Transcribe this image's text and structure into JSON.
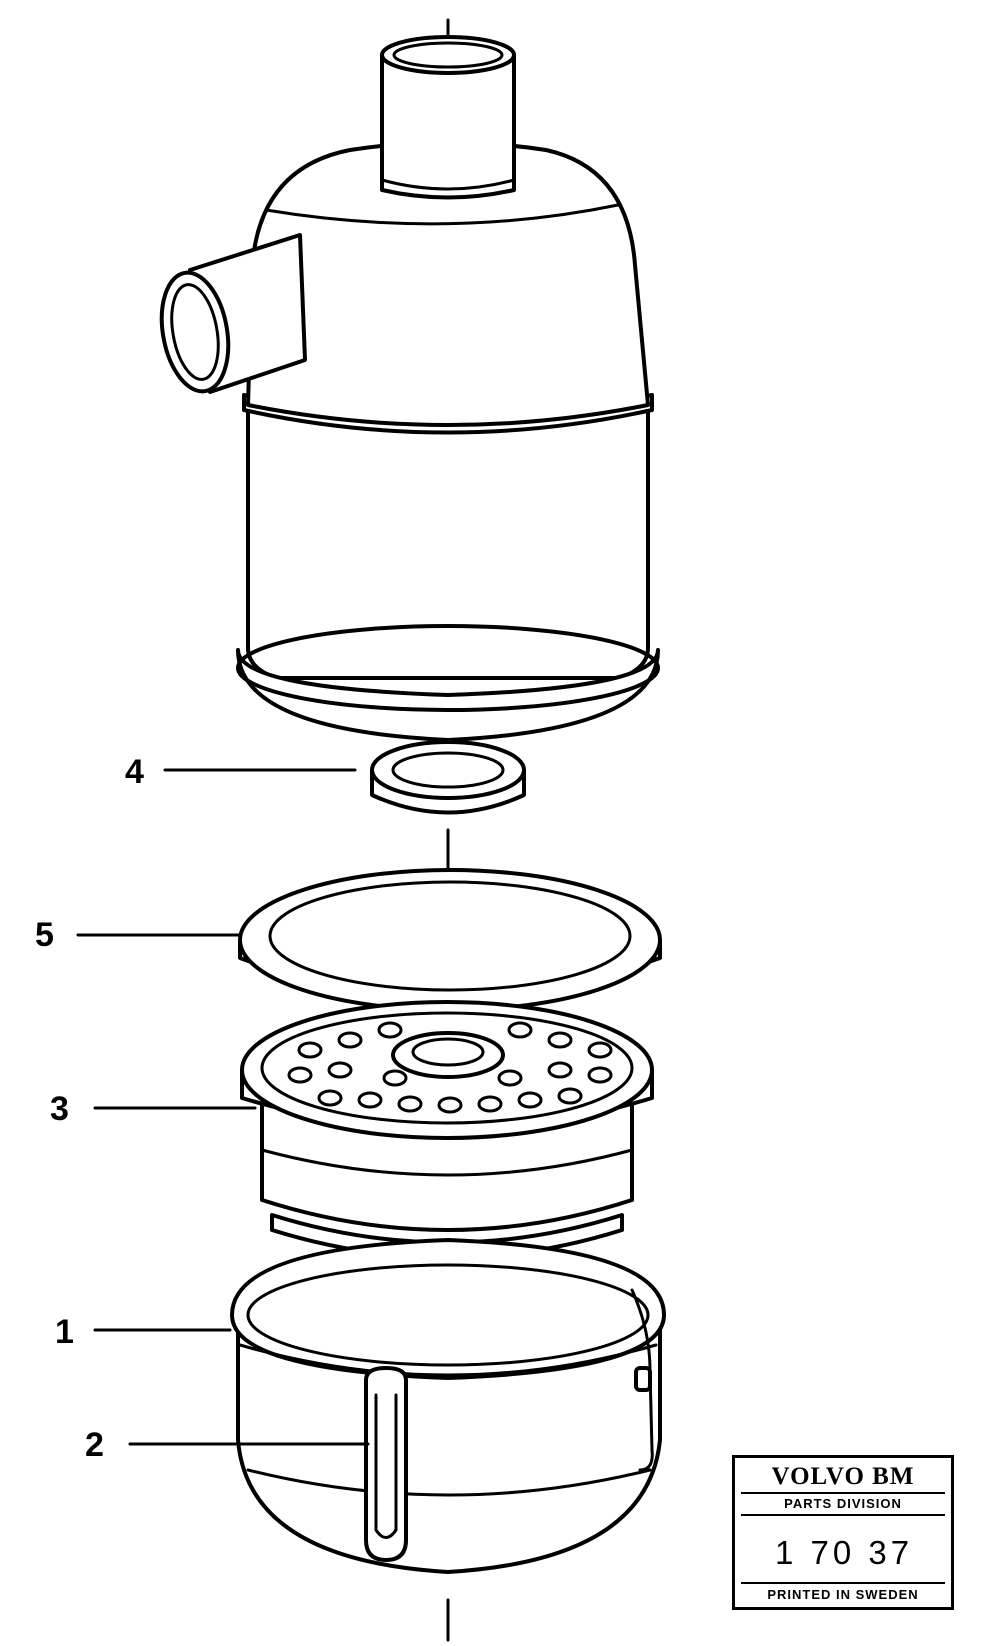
{
  "callouts": {
    "c1": "1",
    "c2": "2",
    "c3": "3",
    "c4": "4",
    "c5": "5"
  },
  "stamp": {
    "brand": "VOLVO BM",
    "division": "PARTS DIVISION",
    "number": "1 70 37",
    "printed": "PRINTED IN SWEDEN"
  }
}
